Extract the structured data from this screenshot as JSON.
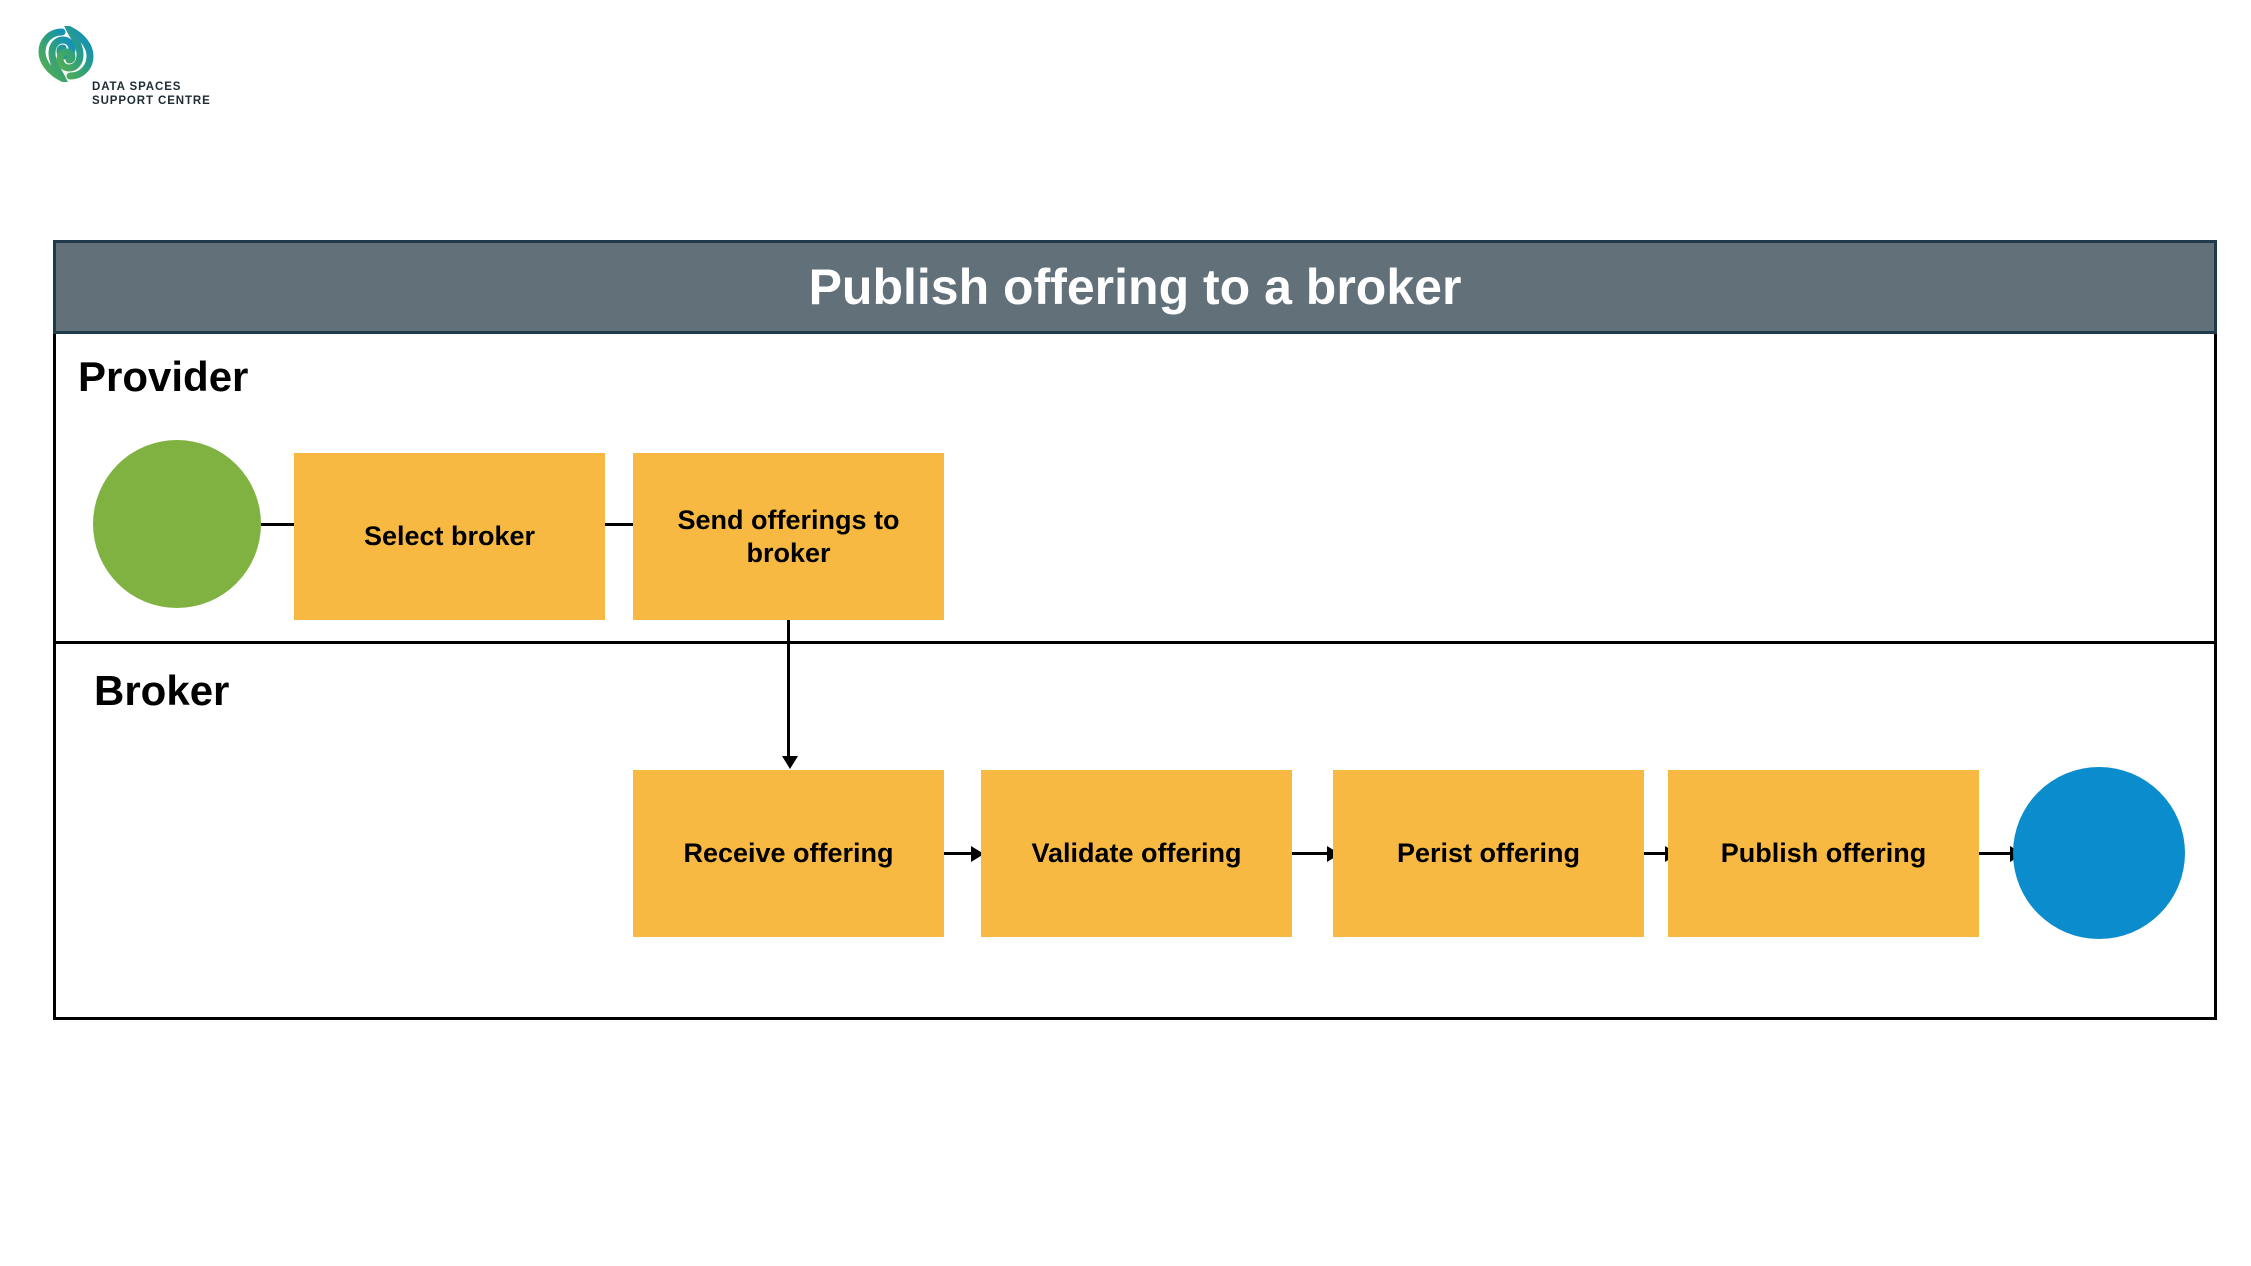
{
  "logo": {
    "mark_name": "data-spaces-support-centre-logo",
    "line1": "DATA SPACES",
    "line2": "SUPPORT CENTRE",
    "gradient_start": "#5bb04a",
    "gradient_end": "#0b8ccc"
  },
  "diagram": {
    "title": "Publish offering to a broker",
    "title_bar_color": "#627079",
    "title_text_color": "#ffffff",
    "border_color": "#000000",
    "node_color": "#f8b942",
    "start_event_color": "#7fb241",
    "end_event_color": "#0b8ccc",
    "lanes": [
      {
        "label": "Provider",
        "nodes": [
          {
            "type": "start-event",
            "label": ""
          },
          {
            "type": "task",
            "label": "Select broker"
          },
          {
            "type": "task",
            "label": "Send offerings to broker"
          }
        ]
      },
      {
        "label": "Broker",
        "nodes": [
          {
            "type": "task",
            "label": "Receive offering"
          },
          {
            "type": "task",
            "label": "Validate offering"
          },
          {
            "type": "task",
            "label": "Perist offering"
          },
          {
            "type": "task",
            "label": "Publish offering"
          },
          {
            "type": "end-event",
            "label": ""
          }
        ]
      }
    ]
  }
}
